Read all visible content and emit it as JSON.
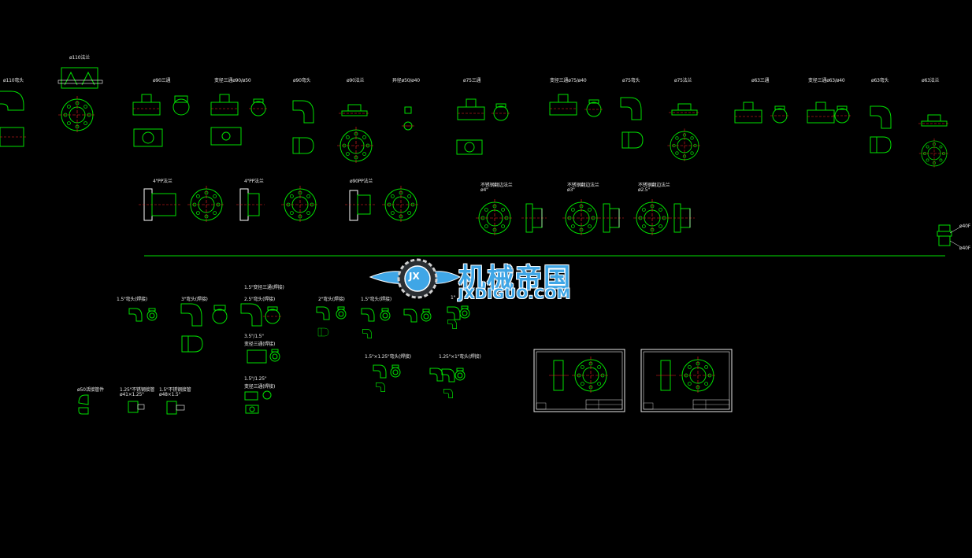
{
  "canvas": {
    "background": "#000000",
    "line_color": "#00e000",
    "center_color": "#ff2020",
    "text_color": "#e8e8e8"
  },
  "row1_labels": [
    "ø110弯头",
    "ø110法兰",
    "ø90三通",
    "变径三通ø90/ø50",
    "ø90弯头",
    "ø90法兰",
    "异径ø50/ø40",
    "ø75三通",
    "变径三通ø75/ø40",
    "ø75弯头",
    "ø75法兰",
    "ø63三通",
    "变径三通ø63/ø40",
    "ø63弯头",
    "ø63法兰"
  ],
  "row2_labels": [
    "4\"PP法兰",
    "4\"PP法兰",
    "ø90PP法兰",
    "不锈钢翻边法兰",
    "ø4\"",
    "不锈钢翻边法兰",
    "ø3\"",
    "不锈钢翻边法兰",
    "ø2.5\"",
    "ø40F",
    "ø40F"
  ],
  "row3_labels": [
    "1.5\"弯头(焊接)",
    "3\"弯头(焊接)",
    "1.5\"变径三通(焊接)",
    "2.5\"弯头(焊接)",
    "2\"弯头(焊接)",
    "1.5\"弯头(焊接)",
    "1\"",
    "3.5\"/1.5\"",
    "变径三通(焊接)",
    "1.5\"/1.25\"",
    "变径三通(焊接)",
    "1.5\"×1.25\"弯头(焊接)",
    "1.25\"×1\"弯头(焊接)",
    "ø50活接管件",
    "1.25\"不锈钢接管",
    "ø41×1.25\"",
    "1.5\"不锈钢接管",
    "ø48×1.5\""
  ],
  "watermark": {
    "cn": "机械帝国",
    "en": "JXDIGUO.COM",
    "emblem": "JX"
  }
}
